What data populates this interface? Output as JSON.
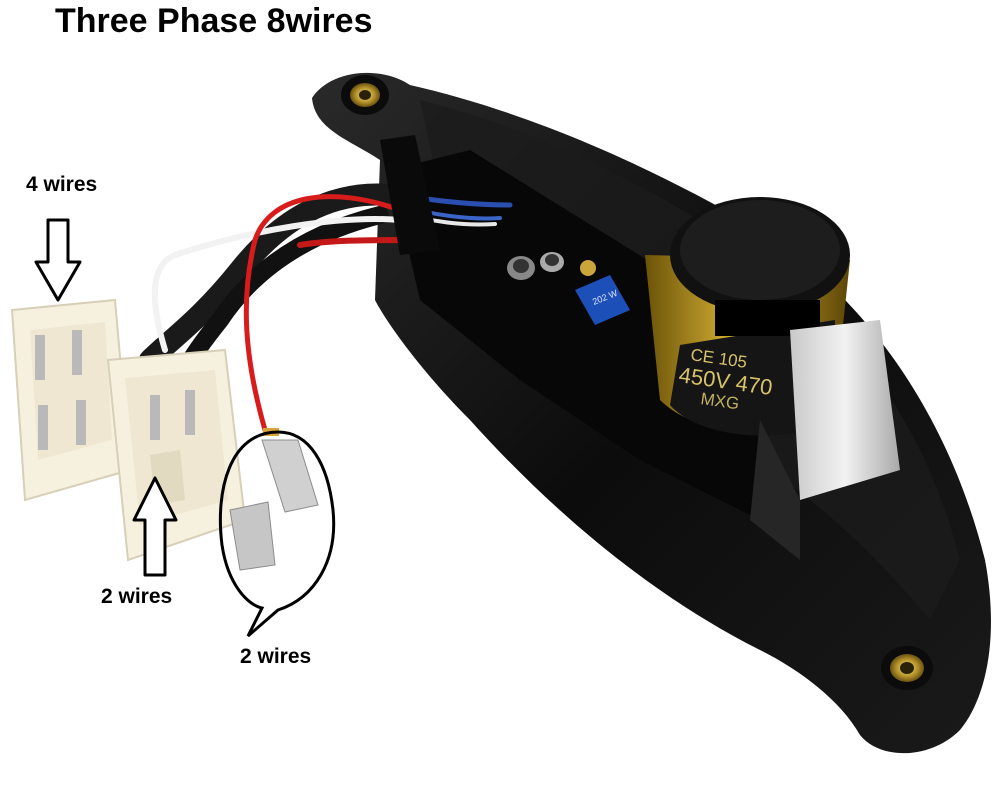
{
  "title": "Three Phase 8wires",
  "labels": {
    "four_wires": "4 wires",
    "two_wires_connector": "2 wires",
    "two_wires_terminals": "2 wires"
  },
  "capacitor": {
    "brand_partial": "CE 105",
    "rating_partial": "450V 470",
    "maker_partial": "MXG"
  },
  "trimmer_text": "202 W",
  "colors": {
    "body": "#111111",
    "connector": "#f6f0df",
    "wire_red": "#d81b1b",
    "wire_blue": "#2a4fb0",
    "capacitor_gold": "#9c7a12"
  }
}
